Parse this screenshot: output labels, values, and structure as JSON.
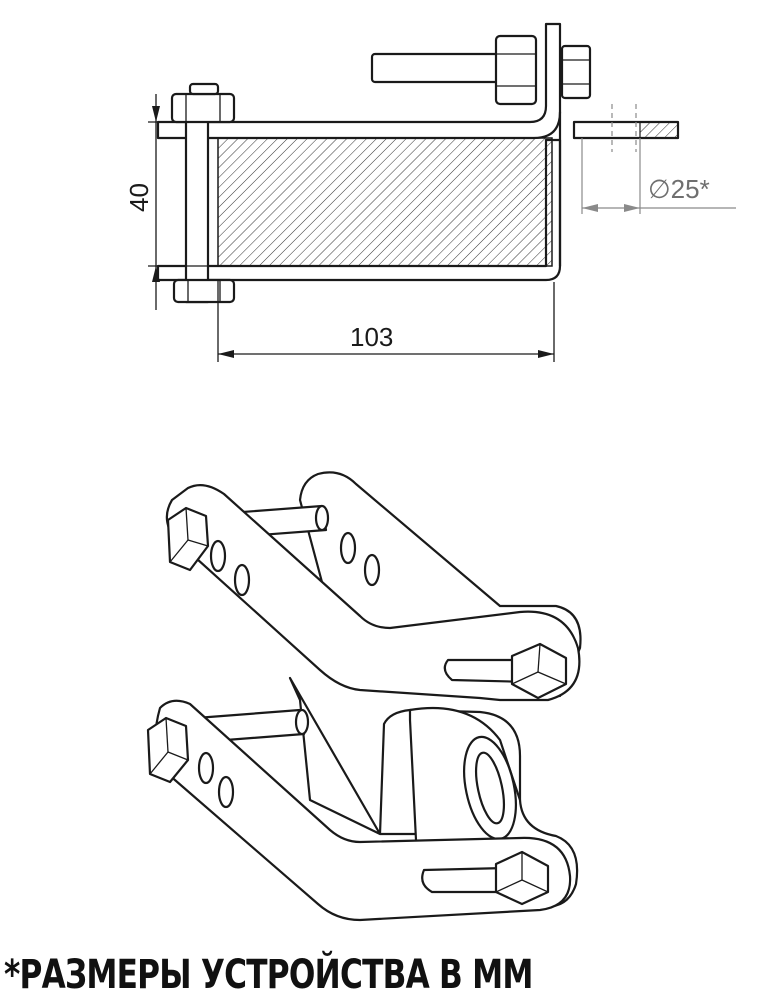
{
  "dimensions": {
    "height_label": "40",
    "length_label": "103",
    "diameter_label": "∅25*"
  },
  "footnote": "*РАЗМЕРЫ УСТРОЙСТВА В ММ",
  "colors": {
    "line": "#1a1a1a",
    "dimension": "#8a8a8a"
  }
}
